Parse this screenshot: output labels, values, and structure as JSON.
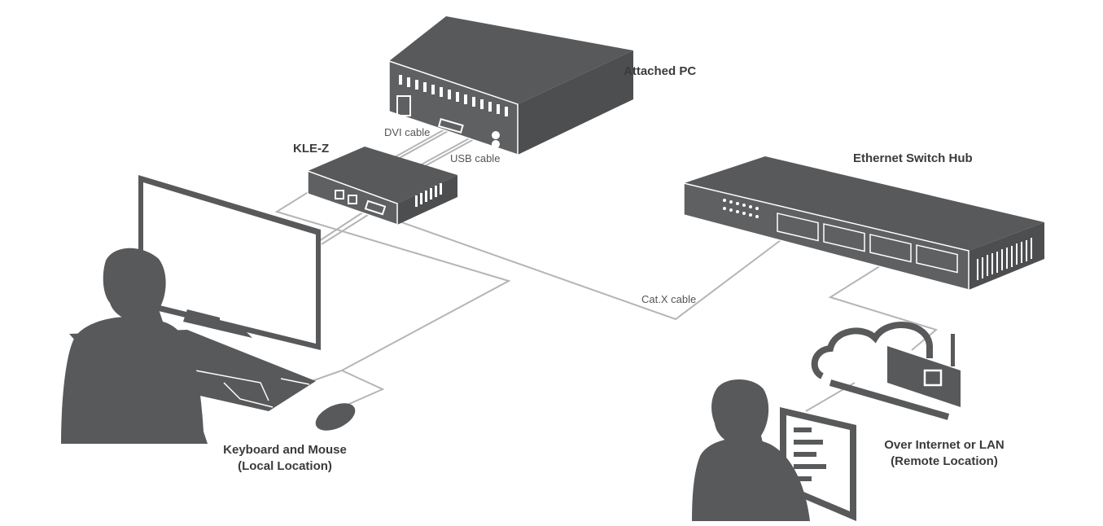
{
  "labels": {
    "attached_pc": "Attached PC",
    "kle_z": "KLE-Z",
    "switch": "Ethernet Switch Hub",
    "local_line1": "Keyboard and Mouse",
    "local_line2": "(Local Location)",
    "remote_line1": "Over Internet or LAN",
    "remote_line2": "(Remote Location)"
  },
  "cables": {
    "dvi": "DVI cable",
    "usb": "USB cable",
    "catx": "Cat.X cable"
  },
  "colors": {
    "device": "#58595b",
    "cable": "#b5b5b5",
    "text": "#3b3b3b"
  }
}
